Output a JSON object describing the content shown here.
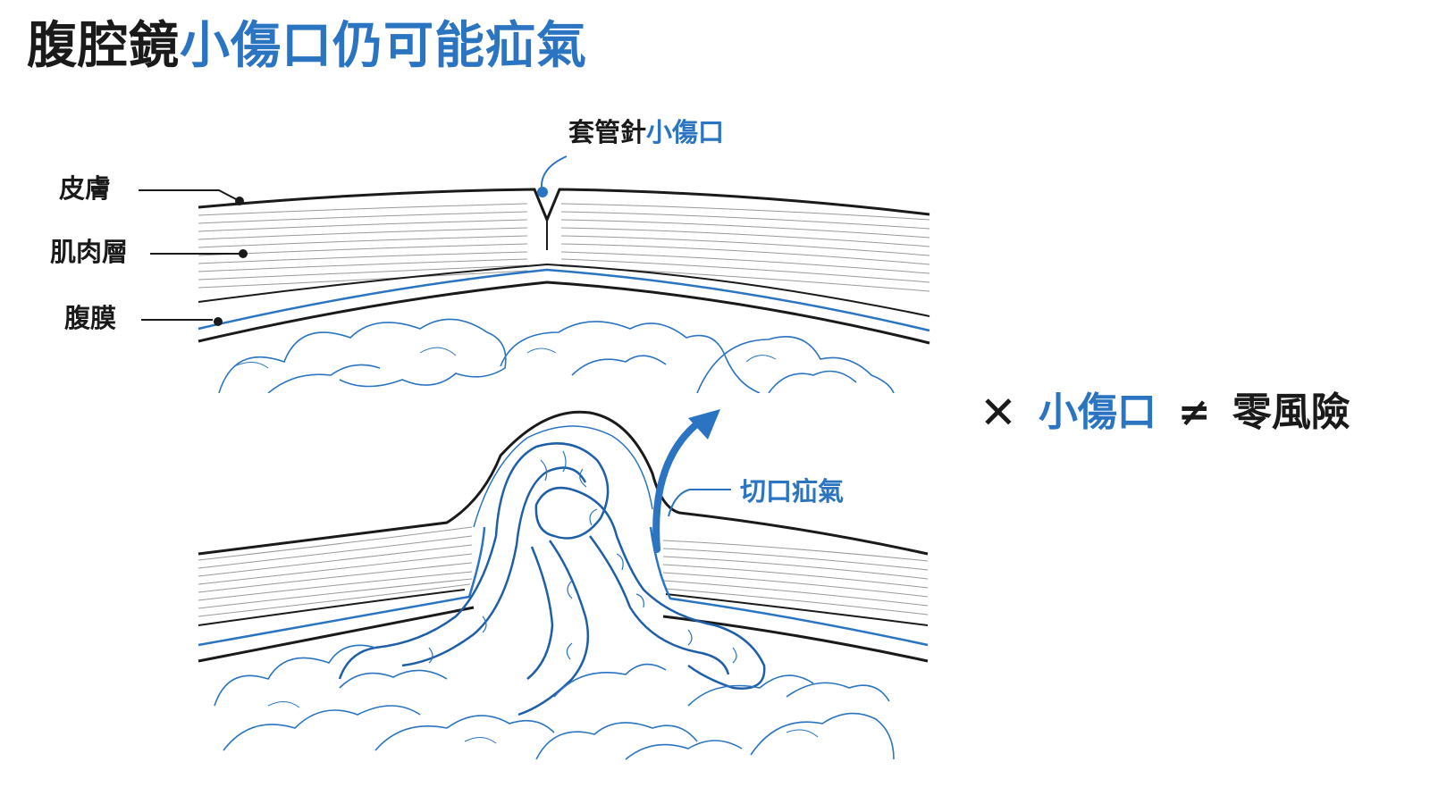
{
  "title": {
    "part1": "腹腔鏡",
    "part2": "小傷口仍可能疝氣"
  },
  "labels": {
    "skin": "皮膚",
    "muscle": "肌肉層",
    "peritoneum": "腹膜",
    "trocar_prefix": "套管針",
    "trocar_highlight": "小傷口",
    "hernia": "切口疝氣"
  },
  "statement": {
    "cross": "✕",
    "small_wound": "小傷口",
    "not_equal": "≠",
    "zero_risk": "零風險"
  },
  "colors": {
    "accent": "#2a74c2",
    "text": "#1a1a1a",
    "line": "#222222"
  }
}
